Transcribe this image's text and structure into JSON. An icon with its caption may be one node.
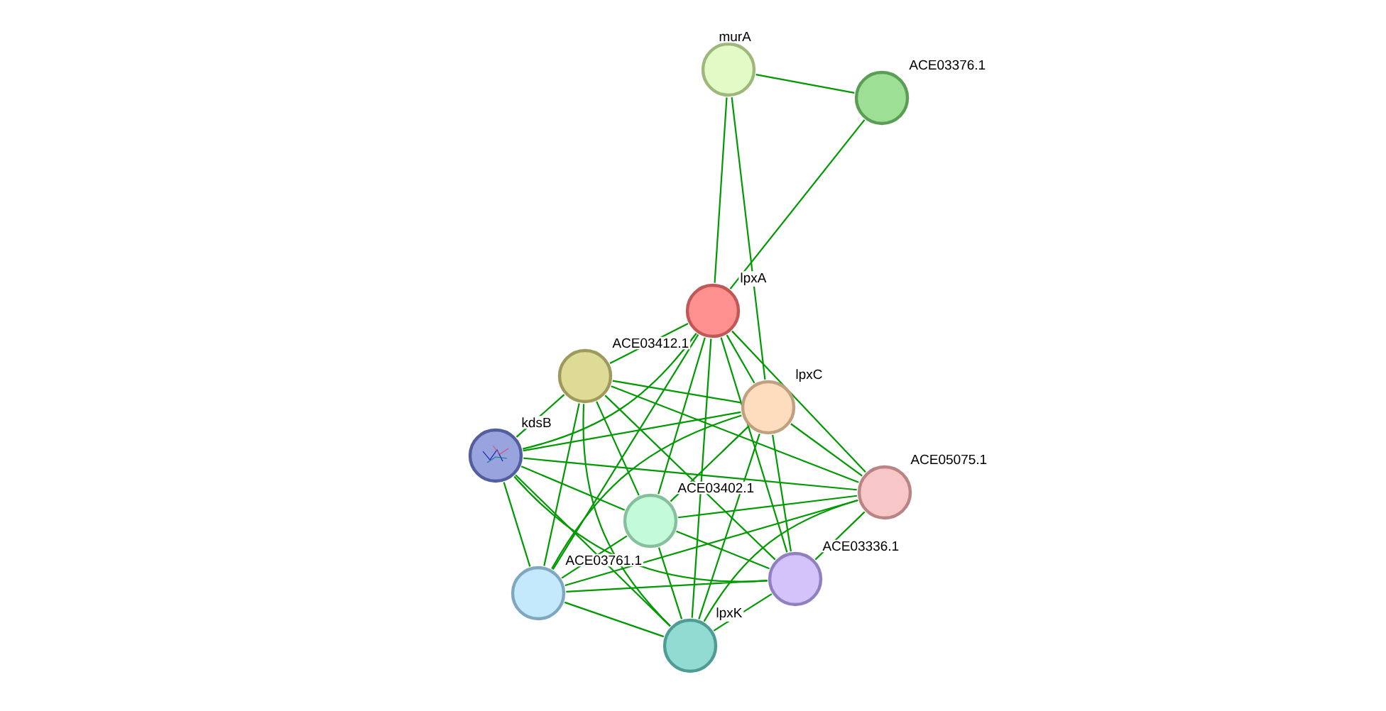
{
  "diagram": {
    "nodes": [
      {
        "text": [],
        "shape": "circle",
        "beside": [
          "murA"
        ]
      },
      {
        "text": [],
        "shape": "circle",
        "beside": [
          "ACE03376.1"
        ]
      },
      {
        "text": [],
        "shape": "circle",
        "beside": [
          "lpxA"
        ]
      },
      {
        "text": [],
        "shape": "circle",
        "beside": [
          "ACE03412.1"
        ]
      },
      {
        "text": [],
        "shape": "circle",
        "beside": [
          "lpxC"
        ]
      },
      {
        "text": [],
        "shape": "circle",
        "beside": [
          "kdsB"
        ]
      },
      {
        "text": [],
        "shape": "circle",
        "beside": [
          "ACE05075.1"
        ]
      },
      {
        "text": [],
        "shape": "circle",
        "beside": [
          "ACE03402.1"
        ]
      },
      {
        "text": [],
        "shape": "circle",
        "beside": [
          "ACE03336.1"
        ]
      },
      {
        "text": [],
        "shape": "circle",
        "beside": [
          "ACE03761.1"
        ]
      },
      {
        "text": [],
        "shape": "circle",
        "beside": [
          "lpxK"
        ]
      }
    ],
    "edges": [
      {
        "from": 0,
        "to": 1,
        "arrow": "none"
      },
      {
        "from": 0,
        "to": 2,
        "arrow": "none"
      },
      {
        "from": 0,
        "to": 4,
        "arrow": "none"
      },
      {
        "from": 1,
        "to": 2,
        "arrow": "none"
      },
      {
        "from": 2,
        "to": 3,
        "arrow": "none"
      },
      {
        "from": 2,
        "to": 4,
        "arrow": "none"
      },
      {
        "from": 2,
        "to": 5,
        "arrow": "none"
      },
      {
        "from": 2,
        "to": 6,
        "arrow": "none"
      },
      {
        "from": 2,
        "to": 7,
        "arrow": "none"
      },
      {
        "from": 2,
        "to": 8,
        "arrow": "none"
      },
      {
        "from": 2,
        "to": 9,
        "arrow": "none"
      },
      {
        "from": 2,
        "to": 10,
        "arrow": "none"
      },
      {
        "from": 3,
        "to": 4,
        "arrow": "none"
      },
      {
        "from": 3,
        "to": 5,
        "arrow": "none"
      },
      {
        "from": 3,
        "to": 6,
        "arrow": "none"
      },
      {
        "from": 3,
        "to": 7,
        "arrow": "none"
      },
      {
        "from": 3,
        "to": 8,
        "arrow": "none"
      },
      {
        "from": 3,
        "to": 9,
        "arrow": "none"
      },
      {
        "from": 3,
        "to": 10,
        "arrow": "none"
      },
      {
        "from": 4,
        "to": 5,
        "arrow": "none"
      },
      {
        "from": 4,
        "to": 6,
        "arrow": "none"
      },
      {
        "from": 4,
        "to": 7,
        "arrow": "none"
      },
      {
        "from": 4,
        "to": 8,
        "arrow": "none"
      },
      {
        "from": 4,
        "to": 9,
        "arrow": "none"
      },
      {
        "from": 4,
        "to": 10,
        "arrow": "none"
      },
      {
        "from": 5,
        "to": 6,
        "arrow": "none"
      },
      {
        "from": 5,
        "to": 7,
        "arrow": "none"
      },
      {
        "from": 5,
        "to": 8,
        "arrow": "none"
      },
      {
        "from": 5,
        "to": 9,
        "arrow": "none"
      },
      {
        "from": 5,
        "to": 10,
        "arrow": "none"
      },
      {
        "from": 6,
        "to": 7,
        "arrow": "none"
      },
      {
        "from": 6,
        "to": 8,
        "arrow": "none"
      },
      {
        "from": 6,
        "to": 9,
        "arrow": "none"
      },
      {
        "from": 6,
        "to": 10,
        "arrow": "none"
      },
      {
        "from": 7,
        "to": 8,
        "arrow": "none"
      },
      {
        "from": 7,
        "to": 9,
        "arrow": "none"
      },
      {
        "from": 7,
        "to": 10,
        "arrow": "none"
      },
      {
        "from": 8,
        "to": 9,
        "arrow": "none"
      },
      {
        "from": 8,
        "to": 10,
        "arrow": "none"
      },
      {
        "from": 9,
        "to": 10,
        "arrow": "none"
      }
    ]
  }
}
